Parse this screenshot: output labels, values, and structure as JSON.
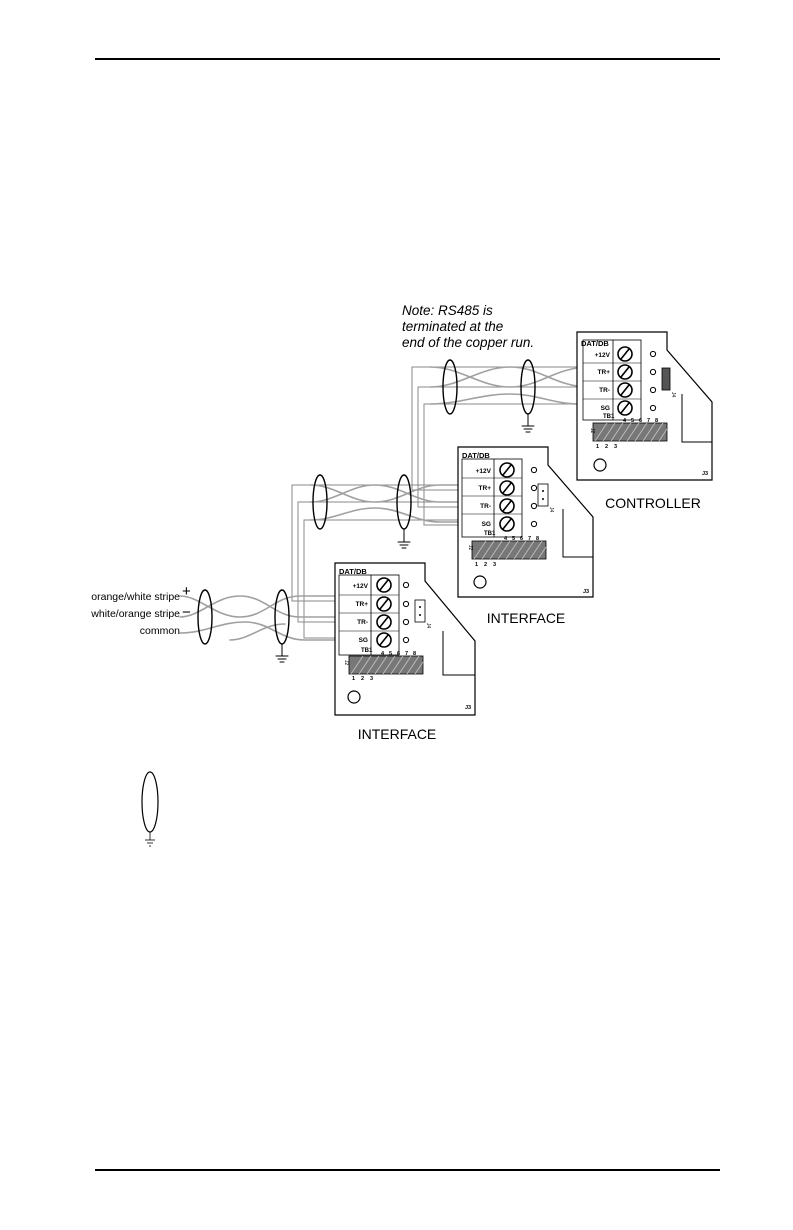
{
  "note": {
    "lines": [
      "Note: RS485 is",
      "terminated at the",
      "end of the copper run."
    ]
  },
  "boards": {
    "controller": {
      "header": "DAT/DB",
      "terminals": [
        "+12V",
        "TR+",
        "TR-",
        "SG"
      ],
      "tb": "TB1",
      "pins": [
        "4",
        "5",
        "6",
        "7",
        "8"
      ],
      "pin_labels": [
        "1",
        "2",
        "3"
      ],
      "jumper_j2": "J2",
      "jumper_j4": "J4",
      "j3": "J3",
      "caption": "CONTROLLER"
    },
    "interface1": {
      "header": "DAT/DB",
      "terminals": [
        "+12V",
        "TR+",
        "TR-",
        "SG"
      ],
      "tb": "TB1",
      "pins": [
        "4",
        "5",
        "6",
        "7",
        "8"
      ],
      "pin_labels": [
        "1",
        "2",
        "3"
      ],
      "jumper_j2": "J2",
      "jumper_j4": "J4",
      "j3": "J3",
      "caption": "INTERFACE"
    },
    "interface2": {
      "header": "DAT/DB",
      "terminals": [
        "+12V",
        "TR+",
        "TR-",
        "SG"
      ],
      "tb": "TB1",
      "pins": [
        "4",
        "5",
        "6",
        "7",
        "8"
      ],
      "pin_labels": [
        "1",
        "2",
        "3"
      ],
      "jumper_j2": "J2",
      "jumper_j4": "J4",
      "j3": "J3",
      "caption": "INTERFACE"
    }
  },
  "wires": {
    "plus_sign": "+",
    "minus_sign": "−",
    "labels": [
      "orange/white stripe",
      "white/orange stripe",
      "common"
    ]
  }
}
